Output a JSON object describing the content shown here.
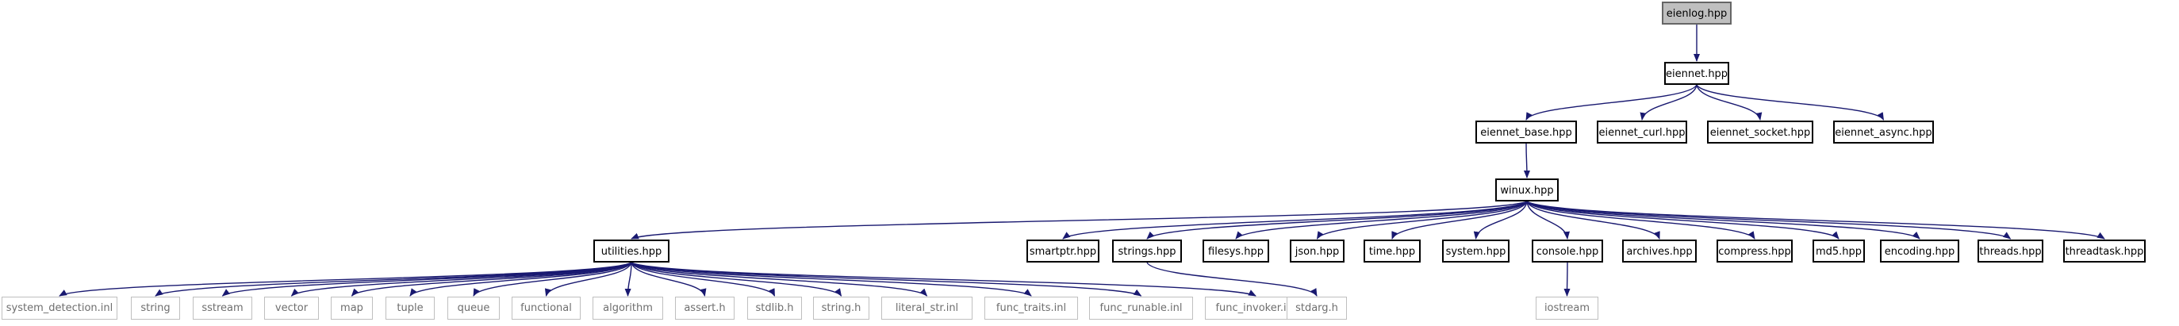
{
  "diagram": {
    "arrow_color": "#191970",
    "nodes": [
      {
        "id": "eienlog",
        "label": "eienlog.hpp",
        "kind": "root"
      },
      {
        "id": "eiennet",
        "label": "eiennet.hpp",
        "kind": "local"
      },
      {
        "id": "eiennet_base",
        "label": "eiennet_base.hpp",
        "kind": "local"
      },
      {
        "id": "eiennet_curl",
        "label": "eiennet_curl.hpp",
        "kind": "local"
      },
      {
        "id": "eiennet_socket",
        "label": "eiennet_socket.hpp",
        "kind": "local"
      },
      {
        "id": "eiennet_async",
        "label": "eiennet_async.hpp",
        "kind": "local"
      },
      {
        "id": "winux",
        "label": "winux.hpp",
        "kind": "local"
      },
      {
        "id": "utilities",
        "label": "utilities.hpp",
        "kind": "local"
      },
      {
        "id": "smartptr",
        "label": "smartptr.hpp",
        "kind": "local"
      },
      {
        "id": "strings",
        "label": "strings.hpp",
        "kind": "local"
      },
      {
        "id": "filesys",
        "label": "filesys.hpp",
        "kind": "local"
      },
      {
        "id": "json",
        "label": "json.hpp",
        "kind": "local"
      },
      {
        "id": "time",
        "label": "time.hpp",
        "kind": "local"
      },
      {
        "id": "system",
        "label": "system.hpp",
        "kind": "local"
      },
      {
        "id": "console",
        "label": "console.hpp",
        "kind": "local"
      },
      {
        "id": "archives",
        "label": "archives.hpp",
        "kind": "local"
      },
      {
        "id": "compress",
        "label": "compress.hpp",
        "kind": "local"
      },
      {
        "id": "md5",
        "label": "md5.hpp",
        "kind": "local"
      },
      {
        "id": "encoding",
        "label": "encoding.hpp",
        "kind": "local"
      },
      {
        "id": "threads",
        "label": "threads.hpp",
        "kind": "local"
      },
      {
        "id": "threadtask",
        "label": "threadtask.hpp",
        "kind": "local"
      },
      {
        "id": "system_detection",
        "label": "system_detection.inl",
        "kind": "system"
      },
      {
        "id": "string",
        "label": "string",
        "kind": "system"
      },
      {
        "id": "sstream",
        "label": "sstream",
        "kind": "system"
      },
      {
        "id": "vector",
        "label": "vector",
        "kind": "system"
      },
      {
        "id": "map",
        "label": "map",
        "kind": "system"
      },
      {
        "id": "tuple",
        "label": "tuple",
        "kind": "system"
      },
      {
        "id": "queue",
        "label": "queue",
        "kind": "system"
      },
      {
        "id": "functional",
        "label": "functional",
        "kind": "system"
      },
      {
        "id": "algorithm",
        "label": "algorithm",
        "kind": "system"
      },
      {
        "id": "assert",
        "label": "assert.h",
        "kind": "system"
      },
      {
        "id": "stdlib",
        "label": "stdlib.h",
        "kind": "system"
      },
      {
        "id": "string_h",
        "label": "string.h",
        "kind": "system"
      },
      {
        "id": "literal_str",
        "label": "literal_str.inl",
        "kind": "system"
      },
      {
        "id": "func_traits",
        "label": "func_traits.inl",
        "kind": "system"
      },
      {
        "id": "func_runable",
        "label": "func_runable.inl",
        "kind": "system"
      },
      {
        "id": "func_invoker",
        "label": "func_invoker.inl",
        "kind": "system"
      },
      {
        "id": "stdarg",
        "label": "stdarg.h",
        "kind": "system"
      },
      {
        "id": "iostream",
        "label": "iostream",
        "kind": "system"
      }
    ],
    "edges": [
      [
        "eienlog",
        "eiennet"
      ],
      [
        "eiennet",
        "eiennet_base"
      ],
      [
        "eiennet",
        "eiennet_curl"
      ],
      [
        "eiennet",
        "eiennet_socket"
      ],
      [
        "eiennet",
        "eiennet_async"
      ],
      [
        "eiennet_base",
        "winux"
      ],
      [
        "winux",
        "utilities"
      ],
      [
        "winux",
        "smartptr"
      ],
      [
        "winux",
        "strings"
      ],
      [
        "winux",
        "filesys"
      ],
      [
        "winux",
        "json"
      ],
      [
        "winux",
        "time"
      ],
      [
        "winux",
        "system"
      ],
      [
        "winux",
        "console"
      ],
      [
        "winux",
        "archives"
      ],
      [
        "winux",
        "compress"
      ],
      [
        "winux",
        "md5"
      ],
      [
        "winux",
        "encoding"
      ],
      [
        "winux",
        "threads"
      ],
      [
        "winux",
        "threadtask"
      ],
      [
        "utilities",
        "system_detection"
      ],
      [
        "utilities",
        "string"
      ],
      [
        "utilities",
        "sstream"
      ],
      [
        "utilities",
        "vector"
      ],
      [
        "utilities",
        "map"
      ],
      [
        "utilities",
        "tuple"
      ],
      [
        "utilities",
        "queue"
      ],
      [
        "utilities",
        "functional"
      ],
      [
        "utilities",
        "algorithm"
      ],
      [
        "utilities",
        "assert"
      ],
      [
        "utilities",
        "stdlib"
      ],
      [
        "utilities",
        "string_h"
      ],
      [
        "utilities",
        "literal_str"
      ],
      [
        "utilities",
        "func_traits"
      ],
      [
        "utilities",
        "func_runable"
      ],
      [
        "utilities",
        "func_invoker"
      ],
      [
        "strings",
        "stdarg"
      ],
      [
        "console",
        "iostream"
      ]
    ]
  }
}
